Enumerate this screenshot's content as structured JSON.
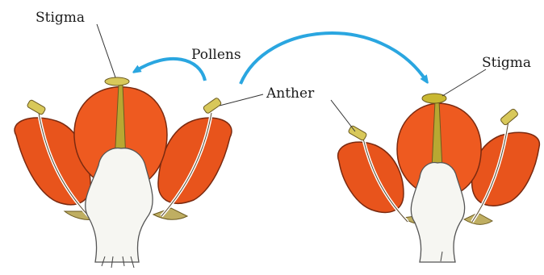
{
  "labels": {
    "stigma_left": "Stigma",
    "pollens": "Pollens",
    "anther": "Anther",
    "stigma_right": "Stigma"
  },
  "colors": {
    "petal": "#e8541c",
    "petal_dark": "#b8360c",
    "stamen": "#c9b45a",
    "stigma": "#b8a832",
    "base": "#f6f6f2",
    "arrow": "#2aa6e0",
    "sepal": "#bfae62"
  }
}
